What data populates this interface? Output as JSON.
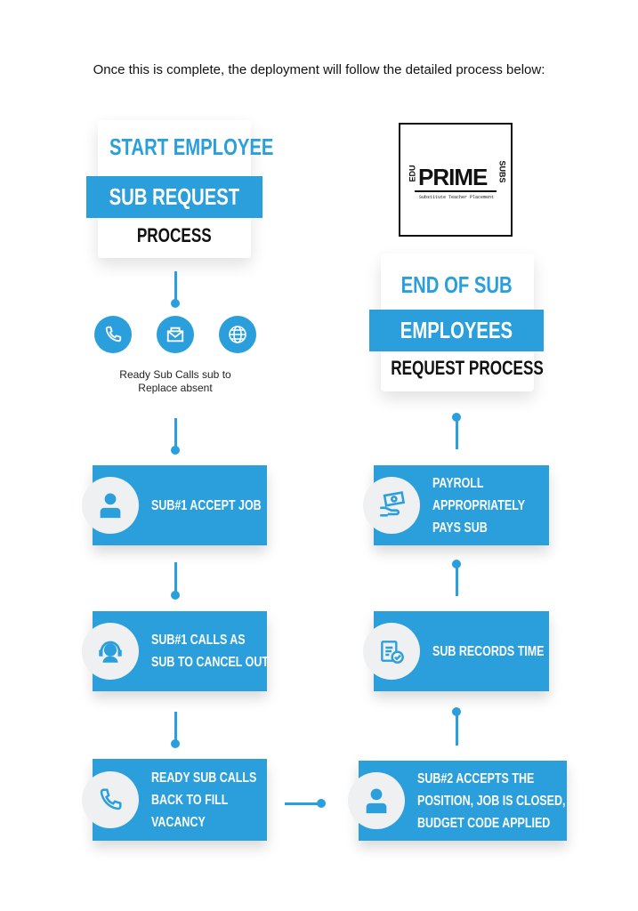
{
  "intro": "Once this is complete, the deployment will follow the detailed process below:",
  "start": {
    "line1": "START EMPLOYEE",
    "line2": "SUB REQUEST",
    "line3": "PROCESS"
  },
  "contact_caption_1": "Ready Sub Calls sub to",
  "contact_caption_2": "Replace absent",
  "logo": {
    "left": "EDU",
    "main": "PRIME",
    "right": "SUBS",
    "tagline": "Substitute Teacher Placement"
  },
  "end": {
    "line1": "END OF SUB",
    "line2": "EMPLOYEES",
    "line3": "REQUEST PROCESS"
  },
  "left_steps": [
    {
      "lines": [
        "SUB#1 ACCEPT JOB"
      ],
      "icon": "person-icon"
    },
    {
      "lines": [
        "SUB#1 CALLS AS",
        "SUB TO CANCEL OUT"
      ],
      "icon": "headset-icon"
    },
    {
      "lines": [
        "READY SUB CALLS",
        "BACK TO FILL",
        "VACANCY"
      ],
      "icon": "phone-icon"
    }
  ],
  "right_steps": [
    {
      "lines": [
        "PAYROLL",
        "APPROPRIATELY",
        "PAYS SUB"
      ],
      "icon": "payment-icon"
    },
    {
      "lines": [
        "SUB RECORDS TIME"
      ],
      "icon": "clipboard-check-icon"
    },
    {
      "lines": [
        "SUB#2 ACCEPTS THE",
        "POSITION, JOB IS CLOSED,",
        "BUDGET CODE APPLIED"
      ],
      "icon": "person-icon"
    }
  ],
  "colors": {
    "accent": "#2a9fdc"
  }
}
